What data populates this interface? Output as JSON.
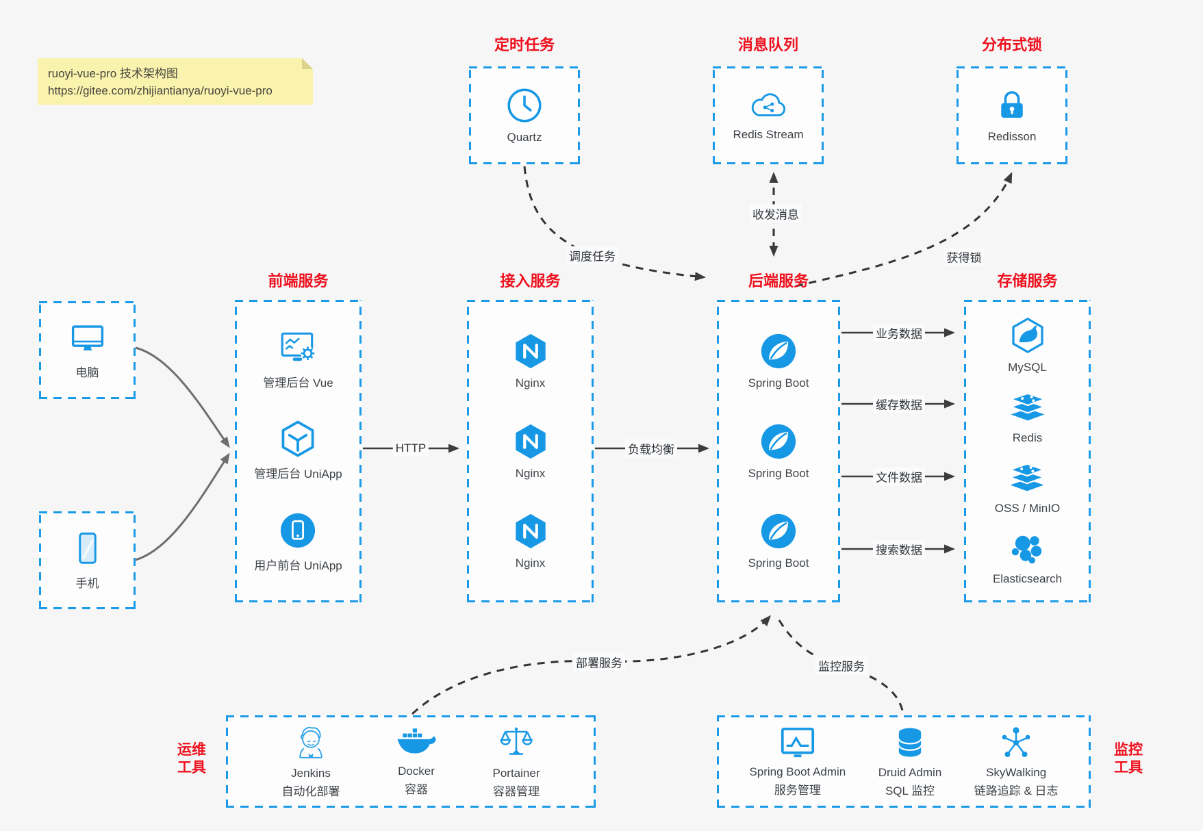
{
  "note": {
    "line1": "ruoyi-vue-pro 技术架构图",
    "line2": "https://gitee.com/zhijiantianya/ruoyi-vue-pro"
  },
  "colors": {
    "accent_blue": "#1798e5",
    "title_red": "#ee111e",
    "arrow_dark": "#3c3c3c",
    "client_arrow_gray": "#6e6e6e",
    "note_bg": "#faf3ae"
  },
  "top": {
    "scheduler": {
      "title": "定时任务",
      "label": "Quartz",
      "icon": "clock-icon"
    },
    "queue": {
      "title": "消息队列",
      "label": "Redis Stream",
      "icon": "cloud-stream-icon"
    },
    "lock": {
      "title": "分布式锁",
      "label": "Redisson",
      "icon": "lock-icon"
    }
  },
  "clients": {
    "pc": {
      "label": "电脑",
      "icon": "desktop-icon"
    },
    "phone": {
      "label": "手机",
      "icon": "phone-icon"
    }
  },
  "frontend": {
    "title": "前端服务",
    "items": [
      {
        "label": "管理后台 Vue",
        "icon": "admin-screen-gear-icon"
      },
      {
        "label": "管理后台 UniApp",
        "icon": "uniapp-cube-icon"
      },
      {
        "label": "用户前台 UniApp",
        "icon": "mobile-app-circle-icon"
      }
    ]
  },
  "gateway": {
    "title": "接入服务",
    "items": [
      {
        "label": "Nginx",
        "icon": "nginx-icon"
      },
      {
        "label": "Nginx",
        "icon": "nginx-icon"
      },
      {
        "label": "Nginx",
        "icon": "nginx-icon"
      }
    ]
  },
  "backend": {
    "title": "后端服务",
    "items": [
      {
        "label": "Spring Boot",
        "icon": "spring-icon"
      },
      {
        "label": "Spring Boot",
        "icon": "spring-icon"
      },
      {
        "label": "Spring Boot",
        "icon": "spring-icon"
      }
    ]
  },
  "storage": {
    "title": "存储服务",
    "items": [
      {
        "label": "MySQL",
        "icon": "mysql-icon"
      },
      {
        "label": "Redis",
        "icon": "redis-stack-icon"
      },
      {
        "label": "OSS / MinIO",
        "icon": "redis-stack-icon"
      },
      {
        "label": "Elasticsearch",
        "icon": "elasticsearch-icon"
      }
    ]
  },
  "ops": {
    "title_line1": "运维",
    "title_line2": "工具",
    "items": [
      {
        "label": "Jenkins",
        "sublabel": "自动化部署",
        "icon": "jenkins-icon"
      },
      {
        "label": "Docker",
        "sublabel": "容器",
        "icon": "docker-icon"
      },
      {
        "label": "Portainer",
        "sublabel": "容器管理",
        "icon": "scales-icon"
      }
    ]
  },
  "monitoring": {
    "title_line1": "监控",
    "title_line2": "工具",
    "items": [
      {
        "label": "Spring Boot Admin",
        "sublabel": "服务管理",
        "icon": "monitor-pulse-icon"
      },
      {
        "label": "Druid Admin",
        "sublabel": "SQL 监控",
        "icon": "database-icon"
      },
      {
        "label": "SkyWalking",
        "sublabel": "链路追踪 & 日志",
        "icon": "network-nodes-icon"
      }
    ]
  },
  "edges": {
    "http": "HTTP",
    "load_balance": "负载均衡",
    "schedule": "调度任务",
    "messaging": "收发消息",
    "acquire_lock": "获得锁",
    "business": "业务数据",
    "cache": "缓存数据",
    "file": "文件数据",
    "search": "搜索数据",
    "deploy": "部署服务",
    "monitor": "监控服务"
  }
}
